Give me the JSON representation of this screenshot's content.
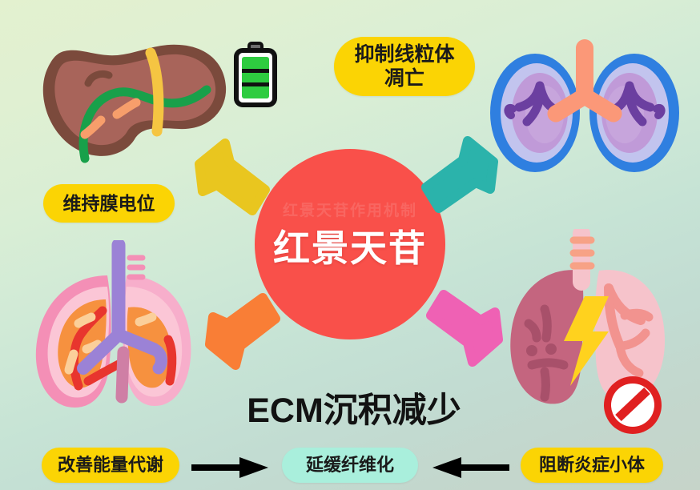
{
  "figure": {
    "center": {
      "compound_name": "红景天苷",
      "faint_overlay_text": "红景天苷作用机制"
    },
    "heading": "ECM沉积减少",
    "badges": [
      {
        "id": "apoptosis",
        "line1": "抑制线粒体",
        "line2": "凋亡",
        "color": "#fbd404"
      },
      {
        "id": "membrane",
        "label": "维持膜电位",
        "color": "#fbd404"
      },
      {
        "id": "energy",
        "label": "改善能量代谢",
        "color": "#fbd404"
      },
      {
        "id": "fibrosis",
        "label": "延缓纤维化",
        "color": "#a9efdc"
      },
      {
        "id": "inflam",
        "label": "阻断炎症小体",
        "color": "#fbd404"
      }
    ],
    "arrows": {
      "up_left": {
        "icon": "arrow-up-left-icon",
        "color": "#e9c61f",
        "points_to": "liver"
      },
      "up_right": {
        "icon": "arrow-up-right-icon",
        "color": "#2bb3ab",
        "points_to": "kidneys"
      },
      "down_left": {
        "icon": "arrow-down-left-icon",
        "color": "#f97e36",
        "points_to": "healthy-lungs"
      },
      "down_right": {
        "icon": "arrow-down-right-icon",
        "color": "#ef61b4",
        "points_to": "diseased-lungs"
      },
      "bottom_left_black": {
        "icon": "arrow-right-icon",
        "color": "#000000"
      },
      "bottom_right_black": {
        "icon": "arrow-left-icon",
        "color": "#000000"
      }
    },
    "organs": [
      {
        "id": "liver",
        "icon": "liver-icon",
        "colors": [
          "#7b4a3c",
          "#a8645a",
          "#18a04a",
          "#f5c542",
          "#f79e6b"
        ]
      },
      {
        "id": "battery",
        "icon": "battery-full-icon",
        "colors": [
          "#2ecc40",
          "#111111"
        ]
      },
      {
        "id": "kidneys",
        "icon": "kidneys-icon",
        "colors": [
          "#2f7fe0",
          "#c2c4ee",
          "#c09ad8",
          "#6b3fa0",
          "#fb9878"
        ]
      },
      {
        "id": "healthy-lungs",
        "icon": "lungs-icon",
        "colors": [
          "#f48fb6",
          "#fbc6d6",
          "#f6913f",
          "#e8352e",
          "#9b82d6"
        ]
      },
      {
        "id": "diseased-lungs",
        "icon": "lungs-inflamed-icon",
        "colors": [
          "#c4657f",
          "#f6c3cb",
          "#f2938f",
          "#ffd21e",
          "#e02020"
        ]
      },
      {
        "id": "lightning",
        "icon": "lightning-bolt-icon",
        "colors": [
          "#ffd21e"
        ]
      },
      {
        "id": "prohibition",
        "icon": "prohibition-sign-icon",
        "colors": [
          "#e02020",
          "#ffffff"
        ]
      }
    ],
    "background": {
      "gradient_from": "#e3f1cf",
      "gradient_to": "#c6d4c9"
    }
  }
}
